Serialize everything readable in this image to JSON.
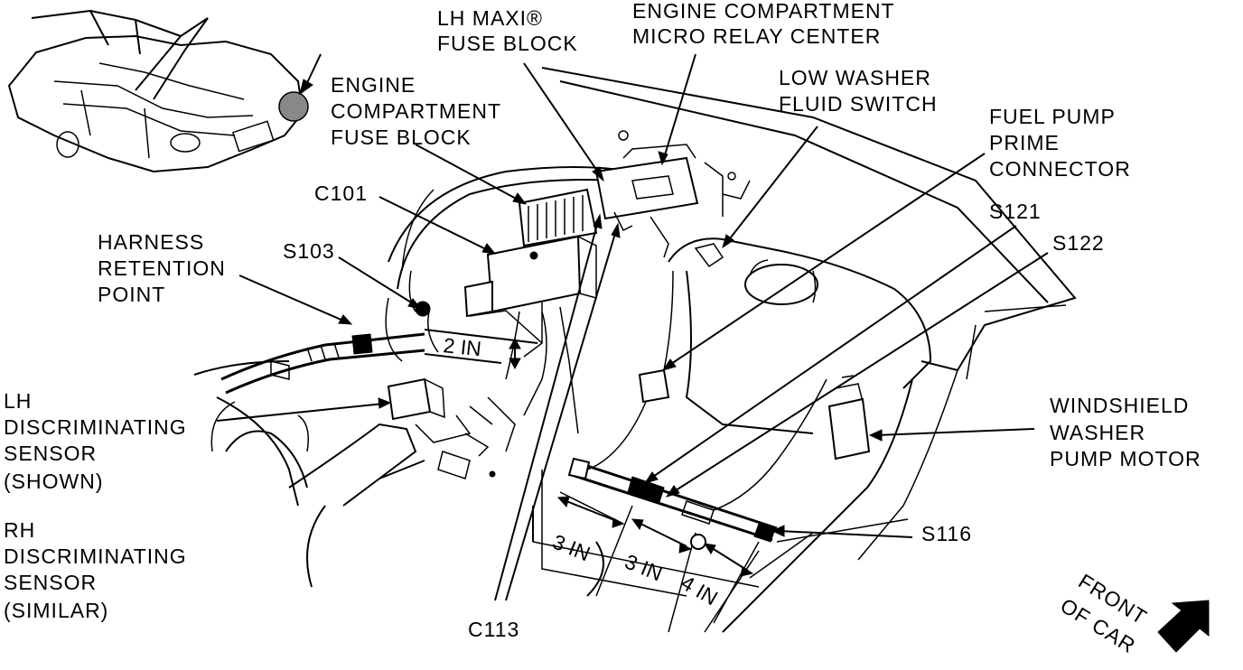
{
  "labels": {
    "lh_maxi_fuse_block": [
      "LH MAXI®",
      "FUSE BLOCK"
    ],
    "engine_compartment_micro_relay_center": [
      "ENGINE COMPARTMENT",
      "MICRO RELAY CENTER"
    ],
    "low_washer_fluid_switch": [
      "LOW WASHER",
      "FLUID SWITCH"
    ],
    "engine_compartment_fuse_block": [
      "ENGINE",
      "COMPARTMENT",
      "FUSE BLOCK"
    ],
    "fuel_pump_prime_connector": [
      "FUEL PUMP",
      "PRIME",
      "CONNECTOR"
    ],
    "c101": "C101",
    "s121": "S121",
    "s122": "S122",
    "harness_retention_point": [
      "HARNESS",
      "RETENTION",
      "POINT"
    ],
    "s103": "S103",
    "lh_discriminating_sensor": [
      "LH",
      "DISCRIMINATING",
      "SENSOR",
      "(SHOWN)"
    ],
    "rh_discriminating_sensor": [
      "RH",
      "DISCRIMINATING",
      "SENSOR",
      "(SIMILAR)"
    ],
    "windshield_washer_pump_motor": [
      "WINDSHIELD",
      "WASHER",
      "PUMP MOTOR"
    ],
    "s116": "S116",
    "c113": "C113",
    "front_of_car": [
      "FRONT",
      "OF CAR"
    ]
  },
  "dimensions": {
    "d_2in": "2 IN",
    "d_3in_a": "3 IN",
    "d_3in_b": "3 IN",
    "d_4in": "4 IN"
  },
  "colors": {
    "ink": "#000000",
    "paper": "#ffffff"
  }
}
